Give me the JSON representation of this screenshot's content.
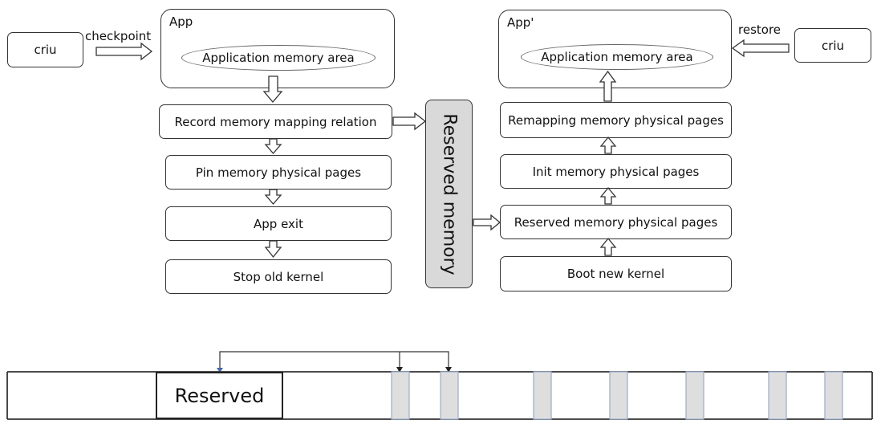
{
  "left": {
    "criu": "criu",
    "checkpoint": "checkpoint",
    "app_title": "App",
    "app_area": "Application memory area",
    "steps": [
      "Record memory mapping relation",
      "Pin memory physical pages",
      "App exit",
      "Stop old kernel"
    ]
  },
  "center": {
    "reserved_memory": "Reserved memory"
  },
  "right": {
    "criu": "criu",
    "restore": "restore",
    "app_title": "App'",
    "app_area": "Application memory area",
    "steps": [
      "Remapping memory physical pages",
      "Init memory physical pages",
      "Reserved memory physical pages",
      "Boot new kernel"
    ]
  },
  "memory_bar": {
    "reserved_label": "Reserved"
  },
  "colors": {
    "reserved_fill": "#d9d9d9",
    "page_fill": "#dedede",
    "page_edge": "#9aaccc",
    "stroke": "#333333"
  }
}
